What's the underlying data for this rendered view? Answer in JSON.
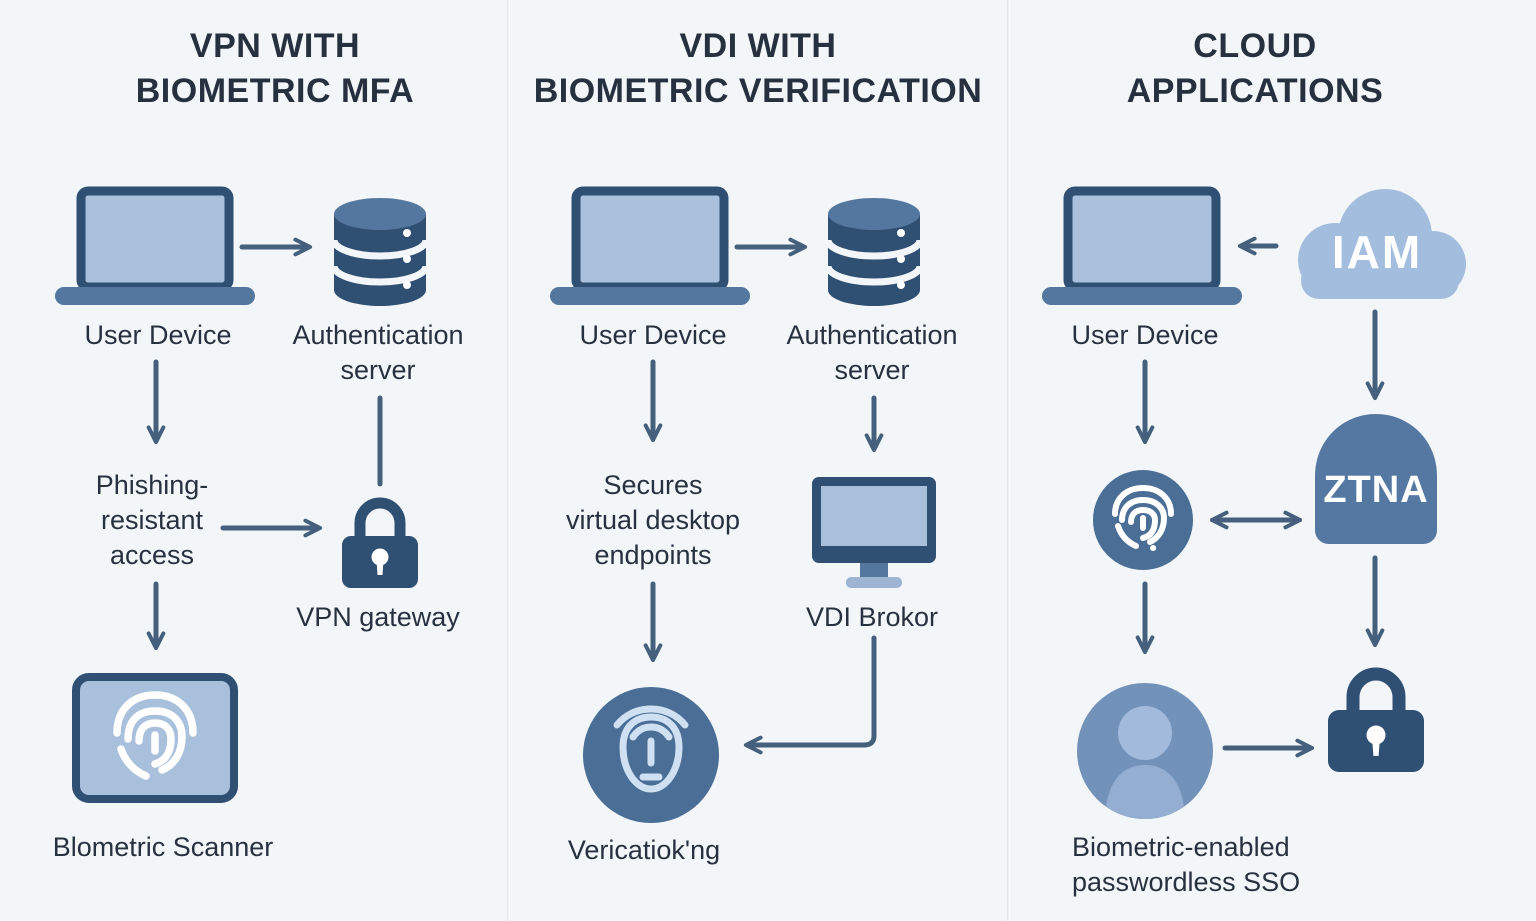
{
  "diagram_type": "security-architecture-comparison",
  "palette": {
    "background": "#f3f6f9",
    "icon_dark": "#2f4f73",
    "icon_mid": "#54779f",
    "icon_light": "#a9c0dc",
    "circle_blue": "#4a6e96",
    "cloud_blue": "#a3bddf",
    "shield_blue": "#5578a3",
    "avatar_blue": "#7392ba",
    "avatar_light": "#a2badb",
    "arrow": "#45607c",
    "text": "#28313f"
  },
  "columns": [
    {
      "title_lines": [
        "VPN WITH",
        "BIOMETRIC MFA"
      ],
      "labels": {
        "user_device": "User Device",
        "auth_server_lines": [
          "Authentication",
          "server"
        ],
        "phishing_lines": [
          "Phishing-",
          "resistant",
          "access"
        ],
        "vpn_gateway": "VPN gateway",
        "scanner": "Blometric Scanner"
      }
    },
    {
      "title_lines": [
        "VDI WITH",
        "BIOMETRIC VERIFICATION"
      ],
      "labels": {
        "user_device": "User Device",
        "auth_server_lines": [
          "Authentication",
          "server"
        ],
        "secures_lines": [
          "Secures",
          "virtual desktop",
          "endpoints"
        ],
        "vdi_broker": "VDI Brokor",
        "verification": "Vericatiok'ng"
      }
    },
    {
      "title_lines": [
        "CLOUD",
        "APPLICATIONS"
      ],
      "labels": {
        "user_device": "User Device",
        "iam": "IAM",
        "ztna": "ZTNA",
        "sso_lines": [
          "Biometric-enabled",
          "passwordless SSO"
        ]
      }
    }
  ],
  "icons": {
    "column1": [
      "laptop-icon",
      "database-icon",
      "padlock-icon",
      "fingerprint-scanner-icon"
    ],
    "column2": [
      "laptop-icon",
      "database-icon",
      "monitor-icon",
      "face-verification-icon"
    ],
    "column3": [
      "laptop-icon",
      "cloud-icon",
      "fingerprint-icon",
      "shield-icon",
      "avatar-icon",
      "padlock-icon"
    ]
  }
}
